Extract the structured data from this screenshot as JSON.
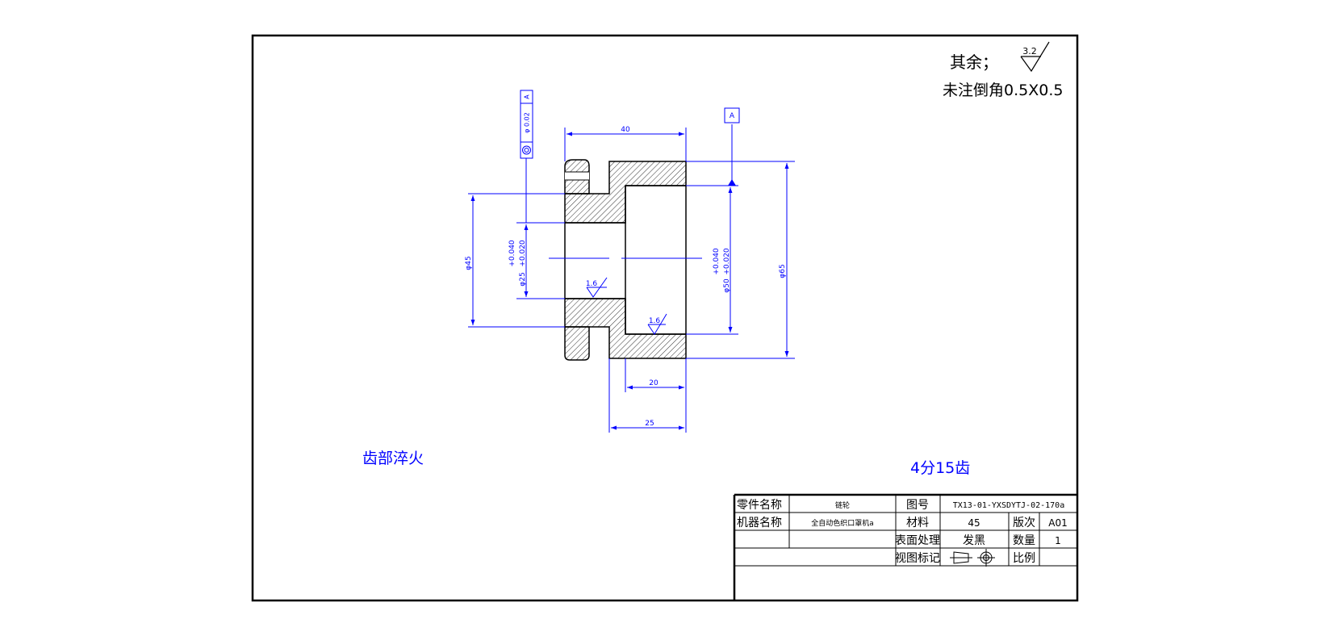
{
  "colors": {
    "outline": "#000000",
    "dimension": "#0000ff",
    "hatch": "#000000",
    "background": "#ffffff"
  },
  "notes": {
    "finish_label": "其余；",
    "finish_value": "3.2",
    "chamfer": "未注倒角0.5X0.5",
    "tooth_treatment": "齿部淬火",
    "pitch_teeth": "4分15齿"
  },
  "datum": {
    "label": "A"
  },
  "tolerance_frame": {
    "symbol_icon": "concentricity-icon",
    "value": "φ 0.02",
    "datum": "A"
  },
  "dimensions": {
    "width_40": "40",
    "dia_45": "φ45",
    "bore_25_nominal": "φ25",
    "bore_25_upper": "+0.040",
    "bore_25_lower": "+0.020",
    "bore_50_nominal": "φ50",
    "bore_50_upper": "+0.040",
    "bore_50_lower": "+0.020",
    "dia_65": "φ65",
    "len_20": "20",
    "len_25": "25",
    "roughness_1": "1.6",
    "roughness_2": "1.6"
  },
  "title_block": {
    "part_name_label": "零件名称",
    "part_name_value": "链轮",
    "drawing_no_label": "图号",
    "drawing_no_value": "TX13-01-YXSDYTJ-02-170a",
    "machine_name_label": "机器名称",
    "machine_name_value": "全自动色织口罩机a",
    "material_label": "材料",
    "material_value": "45",
    "revision_label": "版次",
    "revision_value": "A01",
    "surface_label": "表面处理",
    "surface_value": "发黑",
    "quantity_label": "数量",
    "quantity_value": "1",
    "view_label": "视图标记",
    "scale_label": "比例",
    "scale_value": ""
  }
}
